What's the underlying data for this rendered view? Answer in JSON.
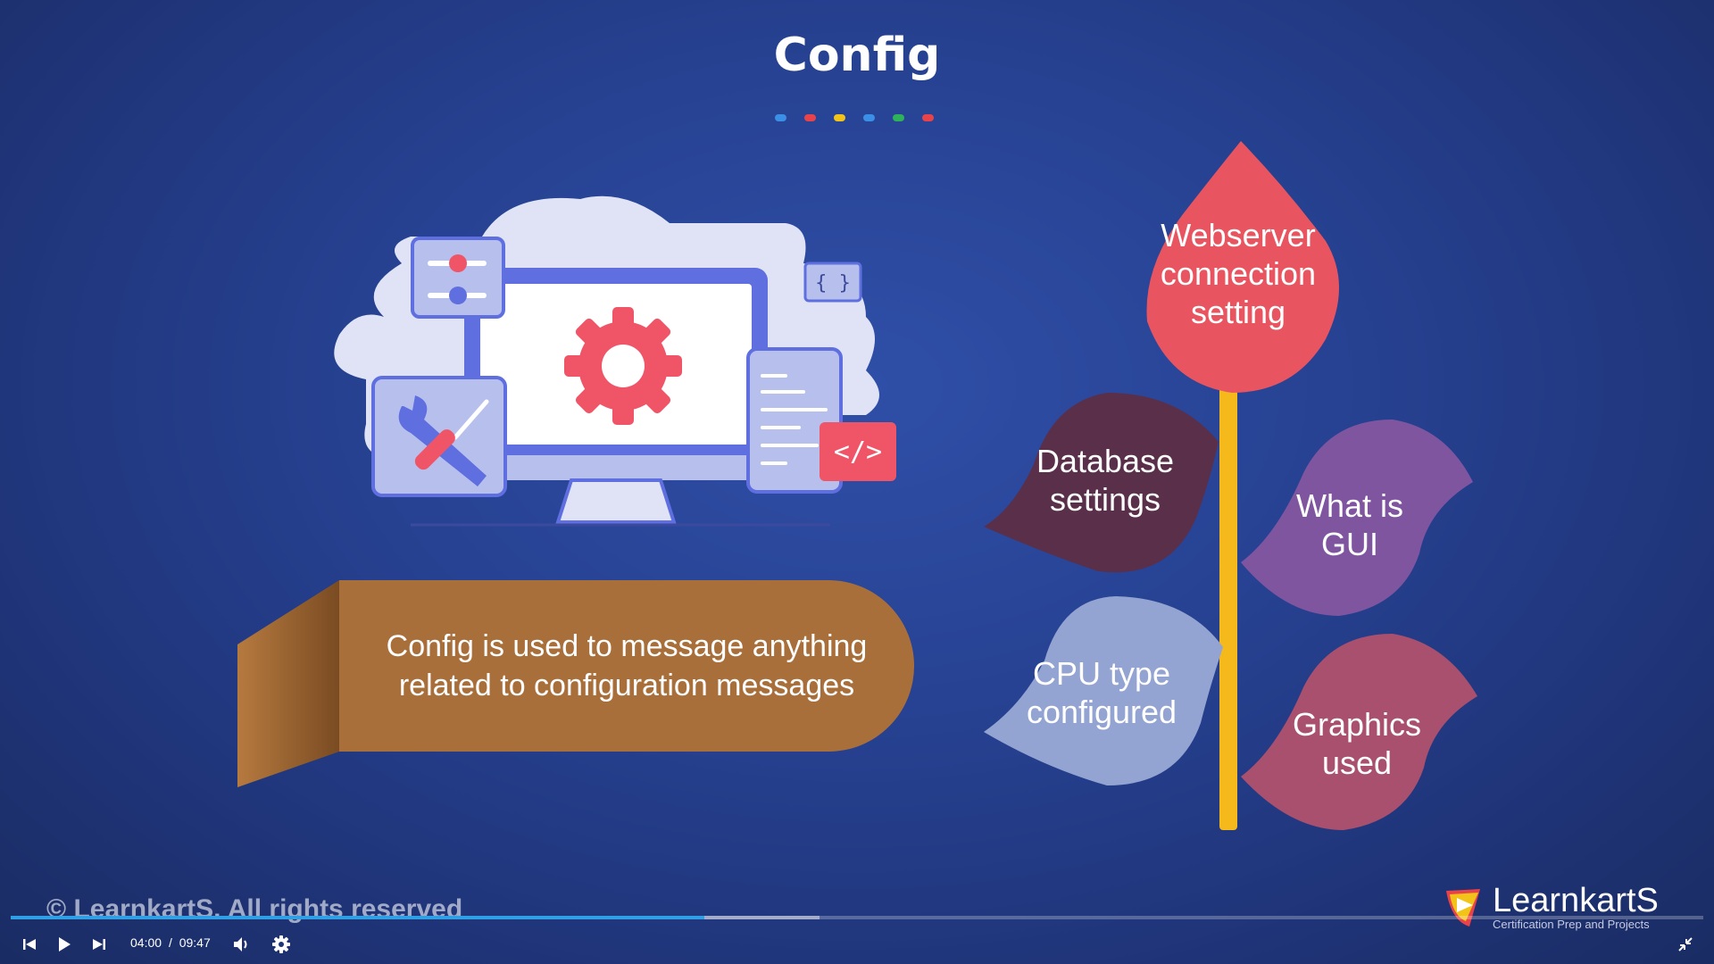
{
  "slide": {
    "title": "Config",
    "dot_colors": [
      "#3b8fe6",
      "#e8434a",
      "#f2c318",
      "#3b8fe6",
      "#2fb35a",
      "#e8434a"
    ],
    "description": "Config is used to message anything related to configuration messages"
  },
  "leaves": {
    "webserver": "Webserver connection setting",
    "database": "Database settings",
    "gui": "What is GUI",
    "cpu": "CPU type configured",
    "graphics": "Graphics used"
  },
  "illustration": {
    "braces_label": "{ }",
    "code_label": "</>"
  },
  "watermark": "© LearnkartS. All rights reserved",
  "brand": {
    "name": "LearnkartS",
    "tagline": "Certification Prep and Projects"
  },
  "player": {
    "current_time": "04:00",
    "separator": "/",
    "duration": "09:47",
    "progress_fraction": 0.41,
    "buffered_fraction": 0.478,
    "icons": [
      "previous-icon",
      "play-icon",
      "next-icon",
      "volume-icon",
      "settings-icon",
      "fullscreen-exit-icon"
    ]
  },
  "colors": {
    "accent_progress": "#2fa0e6",
    "speech_bubble": "#a96f3a",
    "leaf_webserver": "#e85560",
    "leaf_database": "#5a2f4a",
    "leaf_gui": "#7f55a0",
    "leaf_cpu": "#94a4d2",
    "leaf_graphics": "#a8506e",
    "stem": "#f5b91b"
  }
}
